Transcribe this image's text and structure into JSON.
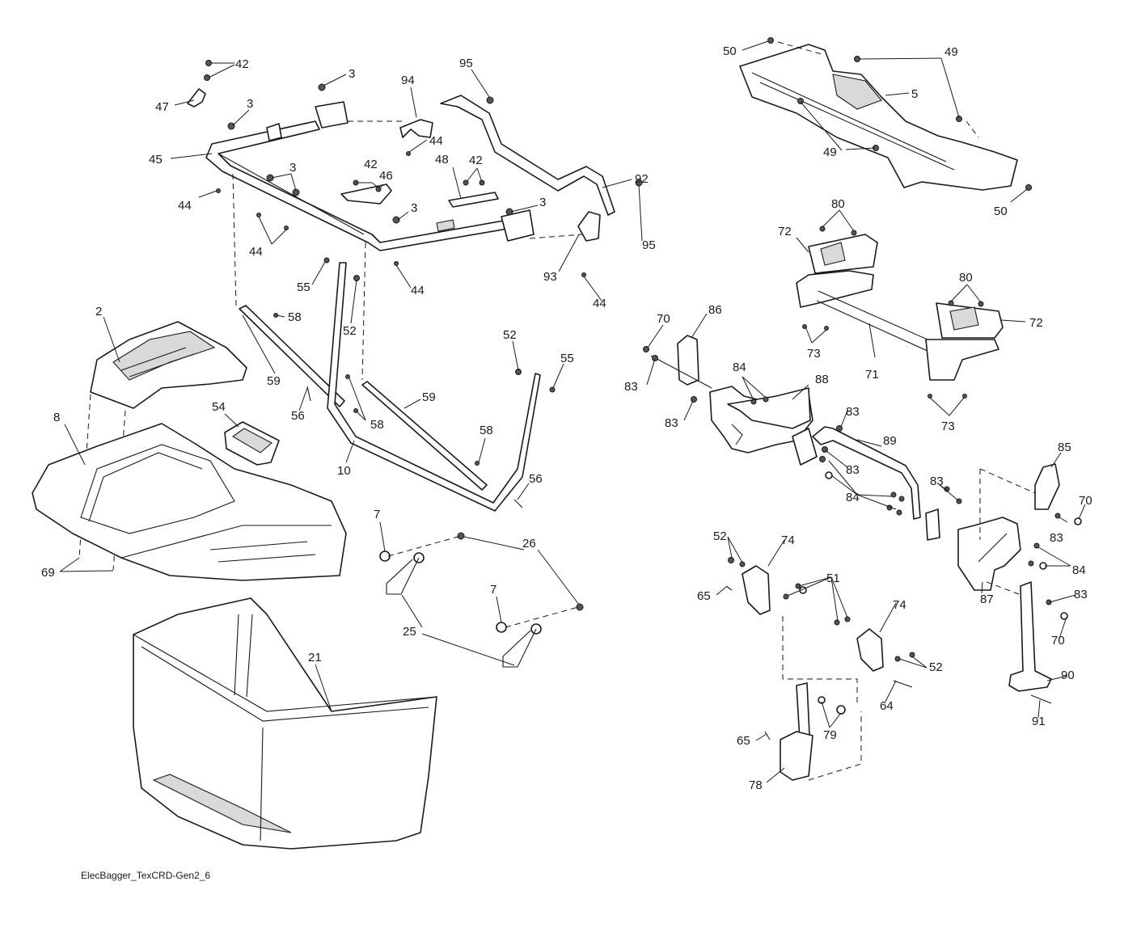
{
  "diagram": {
    "caption": "ElecBagger_TexCRD-Gen2_6",
    "callouts": [
      {
        "id": "c42a",
        "label": "42"
      },
      {
        "id": "c47",
        "label": "47"
      },
      {
        "id": "c3a",
        "label": "3"
      },
      {
        "id": "c3b",
        "label": "3"
      },
      {
        "id": "c94",
        "label": "94"
      },
      {
        "id": "c95a",
        "label": "95"
      },
      {
        "id": "c45",
        "label": "45"
      },
      {
        "id": "c44a",
        "label": "44"
      },
      {
        "id": "c44b",
        "label": "44"
      },
      {
        "id": "c3c",
        "label": "3"
      },
      {
        "id": "c42b",
        "label": "42"
      },
      {
        "id": "c46",
        "label": "46"
      },
      {
        "id": "c48",
        "label": "48"
      },
      {
        "id": "c42c",
        "label": "42"
      },
      {
        "id": "c92",
        "label": "92"
      },
      {
        "id": "c3d",
        "label": "3"
      },
      {
        "id": "c3e",
        "label": "3"
      },
      {
        "id": "c95b",
        "label": "95"
      },
      {
        "id": "c44c",
        "label": "44"
      },
      {
        "id": "c44d",
        "label": "44"
      },
      {
        "id": "c93",
        "label": "93"
      },
      {
        "id": "c44e",
        "label": "44"
      },
      {
        "id": "c55a",
        "label": "55"
      },
      {
        "id": "c52a",
        "label": "52"
      },
      {
        "id": "c58a",
        "label": "58"
      },
      {
        "id": "c2",
        "label": "2"
      },
      {
        "id": "c59a",
        "label": "59"
      },
      {
        "id": "c56a",
        "label": "56"
      },
      {
        "id": "c58b",
        "label": "58"
      },
      {
        "id": "c59b",
        "label": "59"
      },
      {
        "id": "c52b",
        "label": "52"
      },
      {
        "id": "c55b",
        "label": "55"
      },
      {
        "id": "c58c",
        "label": "58"
      },
      {
        "id": "c54",
        "label": "54"
      },
      {
        "id": "c8",
        "label": "8"
      },
      {
        "id": "c10",
        "label": "10"
      },
      {
        "id": "c56b",
        "label": "56"
      },
      {
        "id": "c69",
        "label": "69"
      },
      {
        "id": "c7a",
        "label": "7"
      },
      {
        "id": "c26",
        "label": "26"
      },
      {
        "id": "c25",
        "label": "25"
      },
      {
        "id": "c7b",
        "label": "7"
      },
      {
        "id": "c21",
        "label": "21"
      },
      {
        "id": "c50a",
        "label": "50"
      },
      {
        "id": "c49a",
        "label": "49"
      },
      {
        "id": "c5",
        "label": "5"
      },
      {
        "id": "c49b",
        "label": "49"
      },
      {
        "id": "c50b",
        "label": "50"
      },
      {
        "id": "c80a",
        "label": "80"
      },
      {
        "id": "c72a",
        "label": "72"
      },
      {
        "id": "c80b",
        "label": "80"
      },
      {
        "id": "c72b",
        "label": "72"
      },
      {
        "id": "c70a",
        "label": "70"
      },
      {
        "id": "c86",
        "label": "86"
      },
      {
        "id": "c73a",
        "label": "73"
      },
      {
        "id": "c71",
        "label": "71"
      },
      {
        "id": "c83a",
        "label": "83"
      },
      {
        "id": "c84a",
        "label": "84"
      },
      {
        "id": "c88",
        "label": "88"
      },
      {
        "id": "c73b",
        "label": "73"
      },
      {
        "id": "c83b",
        "label": "83"
      },
      {
        "id": "c83c",
        "label": "83"
      },
      {
        "id": "c89",
        "label": "89"
      },
      {
        "id": "c83d",
        "label": "83"
      },
      {
        "id": "c84b",
        "label": "84"
      },
      {
        "id": "c85",
        "label": "85"
      },
      {
        "id": "c83e",
        "label": "83"
      },
      {
        "id": "c70b",
        "label": "70"
      },
      {
        "id": "c83f",
        "label": "83"
      },
      {
        "id": "c84c",
        "label": "84"
      },
      {
        "id": "c52c",
        "label": "52"
      },
      {
        "id": "c74a",
        "label": "74"
      },
      {
        "id": "c51",
        "label": "51"
      },
      {
        "id": "c65a",
        "label": "65"
      },
      {
        "id": "c87",
        "label": "87"
      },
      {
        "id": "c74b",
        "label": "74"
      },
      {
        "id": "c83g",
        "label": "83"
      },
      {
        "id": "c70c",
        "label": "70"
      },
      {
        "id": "c52d",
        "label": "52"
      },
      {
        "id": "c90",
        "label": "90"
      },
      {
        "id": "c64",
        "label": "64"
      },
      {
        "id": "c79",
        "label": "79"
      },
      {
        "id": "c91",
        "label": "91"
      },
      {
        "id": "c65b",
        "label": "65"
      },
      {
        "id": "c78",
        "label": "78"
      }
    ]
  }
}
